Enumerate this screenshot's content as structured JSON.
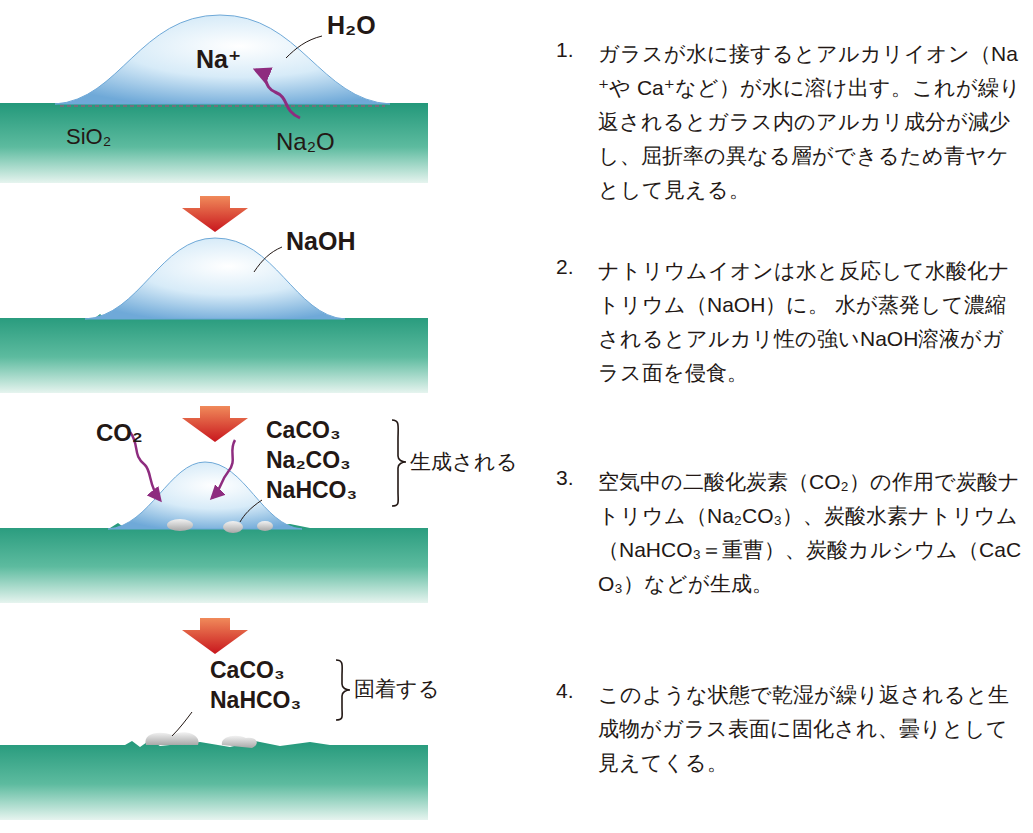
{
  "diagram": {
    "labels": [
      "H₂O",
      "Na⁺",
      "SiO₂",
      "Na₂O",
      "NaOH",
      "CO₂",
      "CaCO₃",
      "Na₂CO₃",
      "NaHCO₃",
      "生成される",
      "CaCO₃",
      "NaHCO₃",
      "固着する",
      "1.",
      "ガラスが水に接するとアルカリイオン（Na⁺や Ca⁺など）が水に溶け出す。これが繰り返されるとガラス内のアルカリ成分が減少し、屈折率の異なる層ができるため青ヤケとして見える。",
      "2.",
      "ナトリウムイオンは水と反応して水酸化ナトリウム（NaOH）に。 水が蒸発して濃縮されるとアルカリ性の強いNaOH溶液がガラス面を侵食。",
      "3.",
      "空気中の二酸化炭素（CO₂）の作用で炭酸ナトリウム（Na₂CO₃）、炭酸水素ナトリウム（NaHCO₃＝重曹）、炭酸カルシウム（CaCO₃）などが生成。",
      "4.",
      "このような状態で乾湿が繰り返されると生成物がガラス表面に固化され、曇りとして見えてくる。"
    ]
  }
}
